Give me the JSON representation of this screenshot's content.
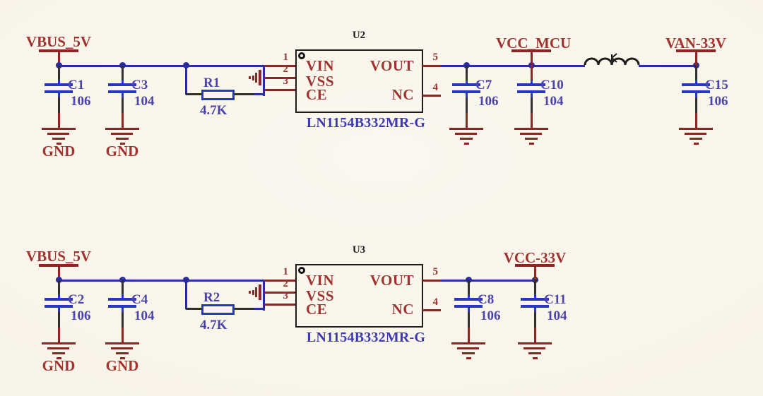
{
  "colors": {
    "background": "#faf5ea",
    "wire_blue": "#2b2ea3",
    "component_blue": "#2836c4",
    "label_blue": "#4b44ad",
    "part_number_blue": "#3d39b4",
    "net_red": "#8e2525",
    "text_red": "#9e3330",
    "outline_black": "#1c1c1c"
  },
  "top_circuit": {
    "input_net": "VBUS_5V",
    "output_net": "VCC_MCU",
    "filtered_net": "VAN-33V",
    "gnd_label": "GND",
    "resistor": {
      "ref": "R1",
      "value": "4.7K"
    },
    "caps": [
      {
        "ref": "C1",
        "value": "106"
      },
      {
        "ref": "C3",
        "value": "104"
      },
      {
        "ref": "C7",
        "value": "106"
      },
      {
        "ref": "C10",
        "value": "104"
      },
      {
        "ref": "C15",
        "value": "106"
      }
    ],
    "ic": {
      "designator": "U2",
      "part_number": "LN1154B332MR-G",
      "pin_numbers": [
        "1",
        "2",
        "3",
        "4",
        "5"
      ],
      "pin_names": {
        "vin": "VIN",
        "vss": "VSS",
        "ce": "CE",
        "vout": "VOUT",
        "nc": "NC"
      }
    }
  },
  "bottom_circuit": {
    "input_net": "VBUS_5V",
    "output_net": "VCC-33V",
    "gnd_label": "GND",
    "resistor": {
      "ref": "R2",
      "value": "4.7K"
    },
    "caps": [
      {
        "ref": "C2",
        "value": "106"
      },
      {
        "ref": "C4",
        "value": "104"
      },
      {
        "ref": "C8",
        "value": "106"
      },
      {
        "ref": "C11",
        "value": "104"
      }
    ],
    "ic": {
      "designator": "U3",
      "part_number": "LN1154B332MR-G",
      "pin_numbers": [
        "1",
        "2",
        "3",
        "4",
        "5"
      ],
      "pin_names": {
        "vin": "VIN",
        "vss": "VSS",
        "ce": "CE",
        "vout": "VOUT",
        "nc": "NC"
      }
    }
  }
}
